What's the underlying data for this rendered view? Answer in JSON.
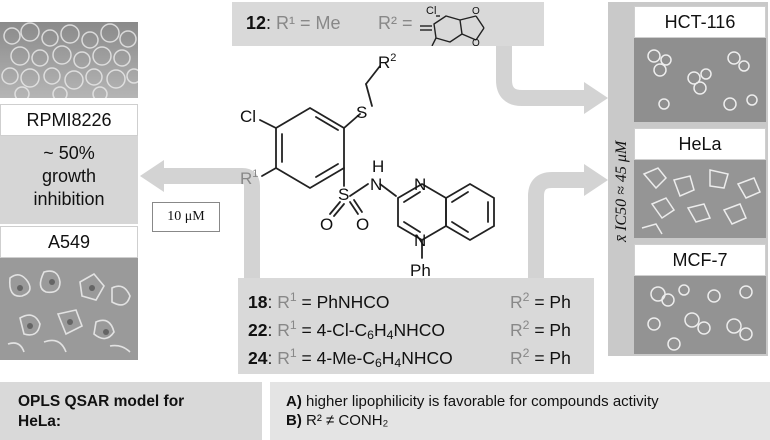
{
  "left_panel": {
    "cell1_label": "RPMI8226",
    "growth_line1": "~ 50%",
    "growth_line2": "growth",
    "growth_line3": "inhibition",
    "cell2_label": "A549"
  },
  "concentration": "10 μM",
  "compound_12": {
    "id": "12",
    "r1_label": "R¹ = Me",
    "r2_label": "R² =",
    "substituent_cl": "Cl"
  },
  "structure": {
    "cl": "Cl",
    "r1": "R",
    "r1_sup": "1",
    "r2": "R",
    "r2_sup": "2",
    "s": "S",
    "s2": "S",
    "nh": "N",
    "h": "H",
    "o1": "O",
    "o2": "O",
    "n1": "N",
    "n2": "N",
    "ph": "Ph"
  },
  "right_panel": {
    "ic50_text": "x̄ IC50 ≈ 45 μM",
    "cells": [
      "HCT-116",
      "HeLa",
      "MCF-7"
    ]
  },
  "compounds": [
    {
      "id": "18",
      "r1_prefix": "R",
      "r1_sup": "1",
      "r1_value": " = PhNHCO",
      "r2": "R",
      "r2_sup": "2",
      "r2_value": " = Ph"
    },
    {
      "id": "22",
      "r1_prefix": "R",
      "r1_sup": "1",
      "r1_value": " = 4-Cl-C",
      "r1_sub": "6",
      "r1_value2": "H",
      "r1_sub2": "4",
      "r1_value3": "NHCO",
      "r2": "R",
      "r2_sup": "2",
      "r2_value": " = Ph"
    },
    {
      "id": "24",
      "r1_prefix": "R",
      "r1_sup": "1",
      "r1_value": " = 4-Me-C",
      "r1_sub": "6",
      "r1_value2": "H",
      "r1_sub2": "4",
      "r1_value3": "NHCO",
      "r2": "R",
      "r2_sup": "2",
      "r2_value": " = Ph"
    }
  ],
  "footer": {
    "model_line1": "OPLS QSAR model for",
    "model_line2": "HeLa:",
    "point_a_key": "A)",
    "point_a_text": " higher lipophilicity is favorable for compounds activity",
    "point_b_key": "B)",
    "point_b_text": " R² ≠ CONH₂"
  },
  "colors": {
    "box_gray": "#d9d9d9",
    "arrow_gray": "#d3d3d3",
    "substituent_gray": "#888888"
  }
}
